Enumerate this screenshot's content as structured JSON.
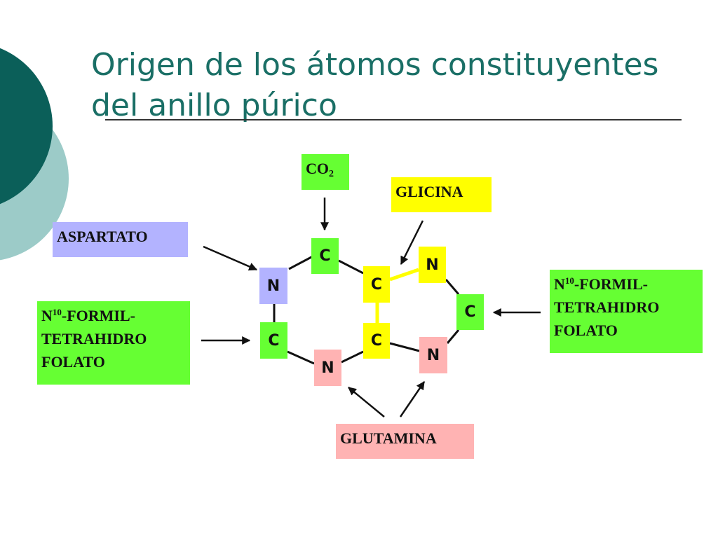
{
  "slide": {
    "title_line1": "Origen de los átomos constituyentes",
    "title_line2": "del anillo púrico"
  },
  "colors": {
    "title": "#1a6f66",
    "deco_dark": "#0b5f59",
    "deco_light": "#9ccbc8",
    "green": "#66ff33",
    "yellow": "#ffff00",
    "pink": "#ffb3b3",
    "lavender": "#b3b3ff"
  },
  "sources": {
    "co2": {
      "text": "CO",
      "sub": "2"
    },
    "glicina": "GLICINA",
    "aspartato": "ASPARTATO",
    "formil_left": {
      "n": "N",
      "sup": "10",
      "line1_rest": "-FORMIL-",
      "line2": "TETRAHIDRO",
      "line3": "FOLATO"
    },
    "formil_right": {
      "n": "N",
      "sup": "10",
      "line1_rest": "-FORMIL-",
      "line2": "TETRAHIDRO",
      "line3": "FOLATO"
    },
    "glutamina": "GLUTAMINA"
  },
  "atoms": {
    "c_top": "C",
    "n_left": "N",
    "c_left": "C",
    "n_bottom": "N",
    "c_mid_top": "C",
    "c_mid_bottom": "C",
    "n_right_top": "N",
    "c_right": "C",
    "n_right_bottom": "N"
  }
}
